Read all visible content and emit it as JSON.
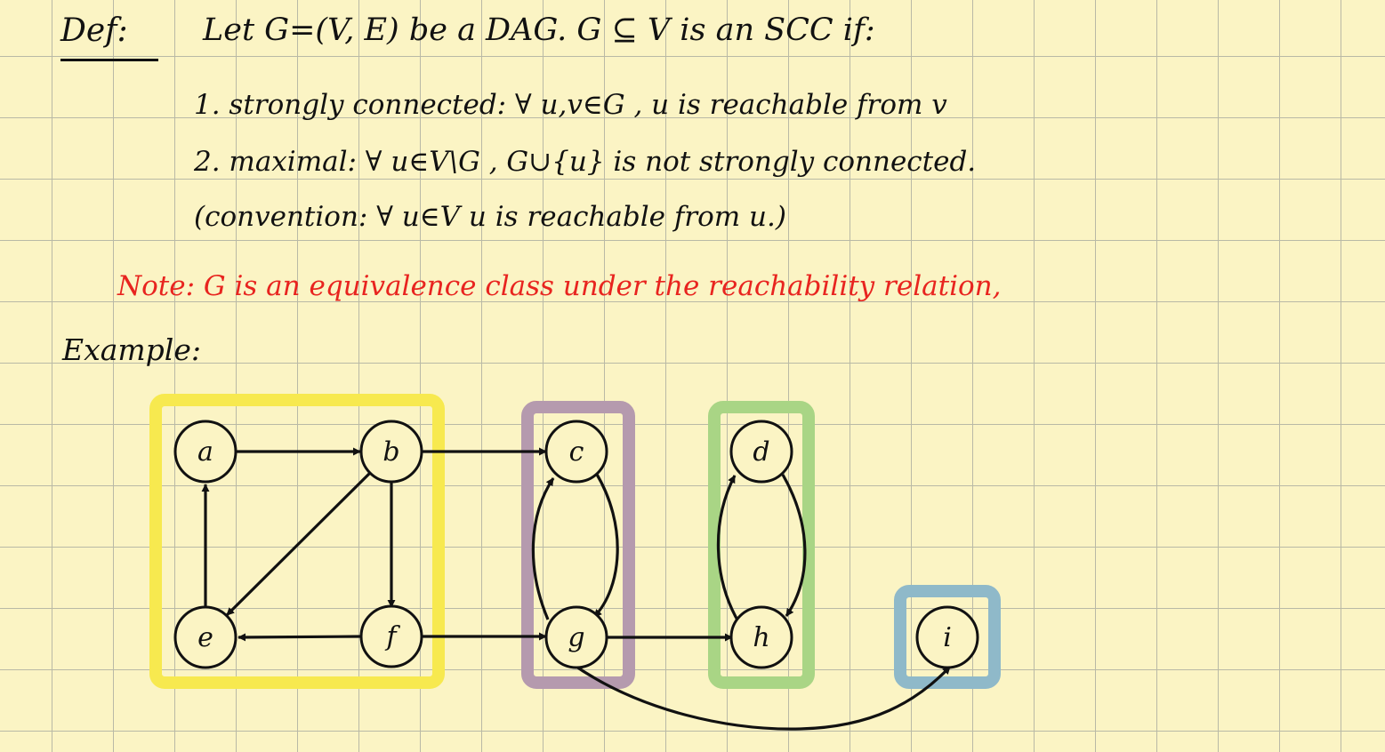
{
  "definition": {
    "label": "Def:",
    "intro": "Let G=(V, E) be a DAG. G ⊆ V is an SCC if:",
    "item_1": "1. strongly connected: ∀ u,v∈G , u is reachable from v",
    "item_2": "2. maximal: ∀ u∈V\\G , G∪{u} is not strongly connected.",
    "convention": "(convention: ∀ u∈V u is reachable from u.)"
  },
  "note": {
    "text": "Note: G is an equivalence class under the reachability relation,",
    "color": "#e8241f"
  },
  "example": {
    "label": "Example:"
  },
  "graph": {
    "nodes": [
      {
        "id": "a",
        "label": "a"
      },
      {
        "id": "b",
        "label": "b"
      },
      {
        "id": "c",
        "label": "c"
      },
      {
        "id": "d",
        "label": "d"
      },
      {
        "id": "e",
        "label": "e"
      },
      {
        "id": "f",
        "label": "f"
      },
      {
        "id": "g",
        "label": "g"
      },
      {
        "id": "h",
        "label": "h"
      },
      {
        "id": "i",
        "label": "i"
      }
    ],
    "edges": [
      {
        "from": "a",
        "to": "b"
      },
      {
        "from": "b",
        "to": "c"
      },
      {
        "from": "b",
        "to": "e"
      },
      {
        "from": "b",
        "to": "f"
      },
      {
        "from": "e",
        "to": "a"
      },
      {
        "from": "f",
        "to": "e"
      },
      {
        "from": "f",
        "to": "g"
      },
      {
        "from": "c",
        "to": "g"
      },
      {
        "from": "g",
        "to": "c"
      },
      {
        "from": "g",
        "to": "h"
      },
      {
        "from": "d",
        "to": "h"
      },
      {
        "from": "h",
        "to": "d"
      },
      {
        "from": "g",
        "to": "i"
      }
    ],
    "components": [
      {
        "members": [
          "a",
          "b",
          "e",
          "f"
        ],
        "color": "#f7e94f"
      },
      {
        "members": [
          "c",
          "g"
        ],
        "color": "#b59aae"
      },
      {
        "members": [
          "d",
          "h"
        ],
        "color": "#a9d585"
      },
      {
        "members": [
          "i"
        ],
        "color": "#8fb9c9"
      }
    ]
  }
}
